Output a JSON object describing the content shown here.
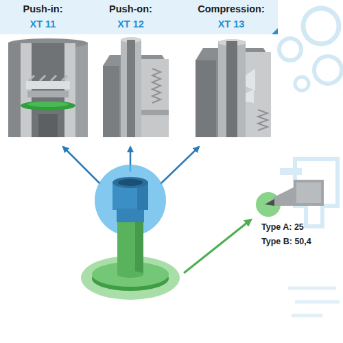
{
  "diagram": {
    "nodes": [
      {
        "text": [
          "Push-in:",
          "XT 11"
        ]
      },
      {
        "text": [
          "Push-on:",
          "XT 12"
        ]
      },
      {
        "text": [
          "Compression:",
          "XT 13"
        ]
      }
    ],
    "labels": [
      "Type A: 25",
      "Type B: 50,4"
    ]
  }
}
